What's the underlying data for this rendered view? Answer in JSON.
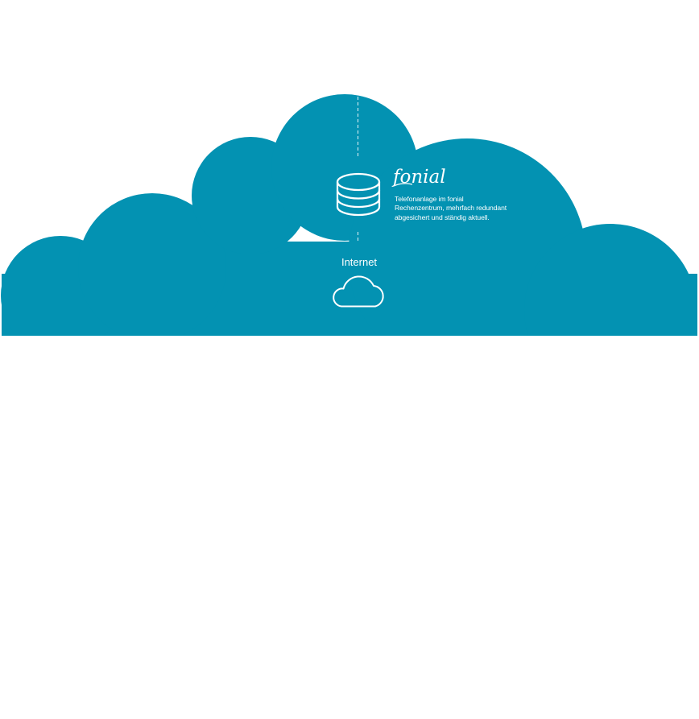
{
  "colors": {
    "cloud": "#0392b2",
    "foreground": "#ffffff",
    "background": "#ffffff"
  },
  "brand": {
    "logo_text": "fonial",
    "description_lines": [
      "Telefonanlage im fonial",
      "Rechenzentrum, mehrfach redundant",
      "abgesichert und ständig aktuell."
    ]
  },
  "nodes": {
    "server_icon": "database-icon",
    "internet_label": "Internet",
    "internet_icon": "cloud-icon"
  }
}
